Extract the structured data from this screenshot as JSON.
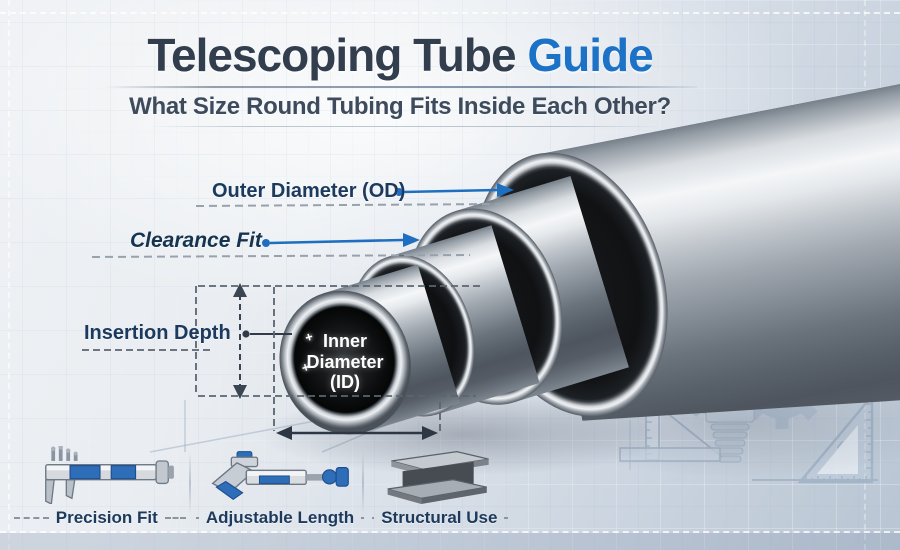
{
  "header": {
    "title_main": "Telescoping Tube",
    "title_accent": "Guide",
    "subtitle": "What Size Round Tubing Fits Inside Each Other?"
  },
  "annotations": {
    "outer_diameter": "Outer Diameter (OD)",
    "clearance_fit": "Clearance Fit",
    "insertion_depth": "Insertion Depth",
    "inner_diameter": [
      "Inner",
      "Diameter",
      "(ID)"
    ]
  },
  "features": [
    {
      "icon": "caliper-icon",
      "label": "Precision Fit"
    },
    {
      "icon": "micrometer-icon",
      "label": "Adjustable Length"
    },
    {
      "icon": "ibeam-icon",
      "label": "Structural Use"
    }
  ],
  "colors": {
    "accent_blue": "#1b72c6",
    "title_dark": "#323e4d",
    "label_navy": "#1c3a5e",
    "arrow_blue": "#1e6fc0",
    "dimension_gray": "#49545f",
    "background_light": "#eef1f5",
    "background_dark": "#b9c5d3",
    "tube_face_black": "#0c0d0e",
    "watermark_blue": "#b2c0d1",
    "icon_blue": "#2e6db8"
  }
}
